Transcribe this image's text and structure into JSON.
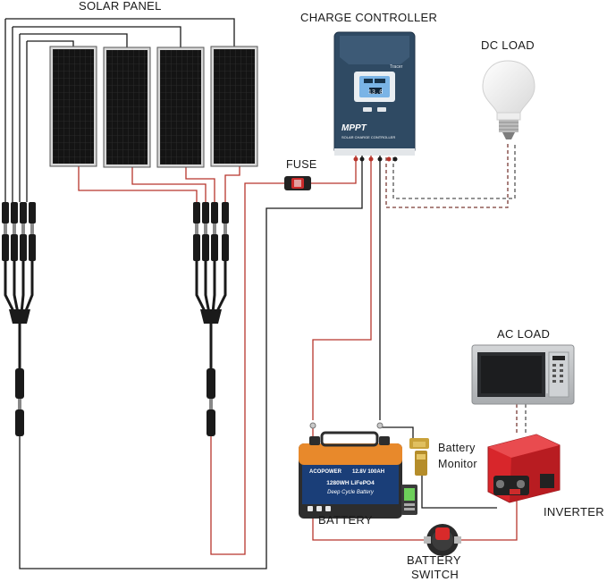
{
  "labels": {
    "solar_panel": "SOLAR PANEL",
    "charge_controller": "CHARGE CONTROLLER",
    "dc_load": "DC LOAD",
    "fuse": "FUSE",
    "ac_load": "AC LOAD",
    "battery_monitor_line1": "Battery",
    "battery_monitor_line2": "Monitor",
    "battery": "BATTERY",
    "inverter": "INVERTER",
    "battery_switch_line1": "BATTERY",
    "battery_switch_line2": "SWITCH"
  },
  "controller": {
    "brand": "Tracer",
    "model": "MPPT",
    "subtitle": "SOLAR CHARGE CONTROLLER",
    "screen_value": "13.0"
  },
  "battery_face": {
    "brand": "ACOPOWER",
    "spec": "12.8V 100AH",
    "chemistry": "1280WH LiFePO4",
    "type": "Deep Cycle Battery"
  },
  "colors": {
    "wire_red": "#b7352c",
    "wire_black": "#1b1b1b",
    "panel_cell": "#141414",
    "controller_blue": "#2f4a63",
    "inverter_red": "#d8262b"
  }
}
